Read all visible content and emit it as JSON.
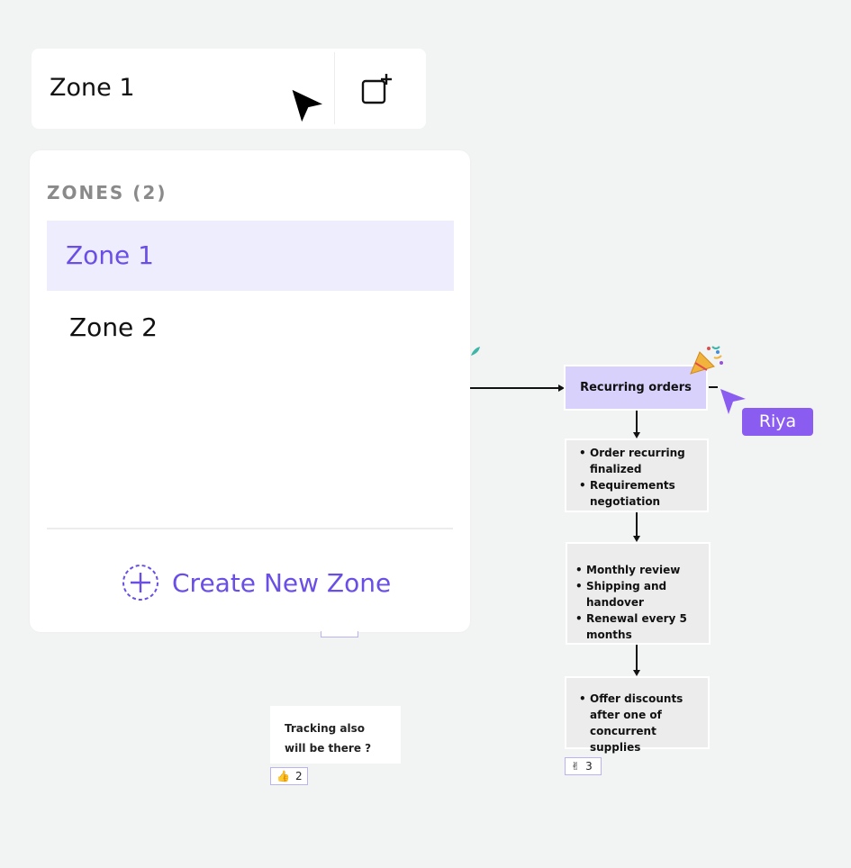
{
  "zone_bar": {
    "current_zone": "Zone 1"
  },
  "zones_panel": {
    "heading": "ZONES (2)",
    "items": [
      {
        "label": "Zone 1",
        "active": true
      },
      {
        "label": "Zone 2",
        "active": false
      }
    ],
    "create_label": "Create New Zone"
  },
  "flow": {
    "header": "Recurring orders",
    "box1": [
      "Order recurring finalized",
      "Requirements negotiation"
    ],
    "box2": [
      "Monthly review",
      "Shipping and handover",
      "Renewal every 5 months"
    ],
    "box3": [
      "Offer discounts after one of concurrent supplies"
    ]
  },
  "note": {
    "text": "Tracking also will be there ?"
  },
  "reactions": {
    "thumbs_count": "2",
    "victory_count": "3"
  },
  "cursors": {
    "collaborator": "Riya"
  },
  "colors": {
    "accent": "#6a4ee6",
    "active_bg": "#eeedfd",
    "header_box": "#d7d1fb",
    "riya": "#8b5cf0"
  },
  "icons": {
    "add_zone": "add-frame-icon",
    "create": "plus-circle-dashed-icon",
    "thumbs": "thumbs-up-icon",
    "victory": "victory-hand-icon",
    "party": "party-popper-icon"
  }
}
